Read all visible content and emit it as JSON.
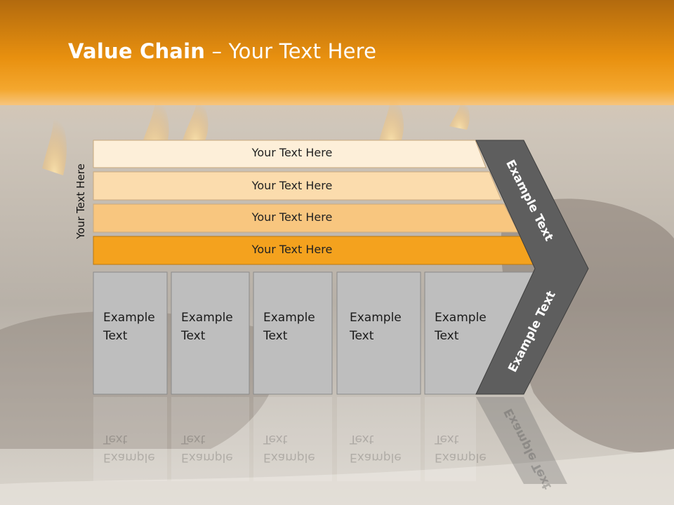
{
  "title": {
    "bold": "Value Chain",
    "rest": " – Your Text Here"
  },
  "vertical_label": "Your Text Here",
  "rows": [
    {
      "label": "Your Text Here",
      "color": "#FDEFD9"
    },
    {
      "label": "Your Text Here",
      "color": "#FBDCAD"
    },
    {
      "label": "Your Text Here",
      "color": "#F8C67F"
    },
    {
      "label": "Your Text Here",
      "color": "#F4A21E"
    }
  ],
  "boxes": [
    {
      "label": "Example\nText"
    },
    {
      "label": "Example\nText"
    },
    {
      "label": "Example\nText"
    },
    {
      "label": "Example\nText"
    },
    {
      "label": "Example\nText"
    }
  ],
  "chevron": {
    "top_label": "Example Text",
    "bottom_label": "Example Text",
    "color": "#5E5E5E"
  },
  "colors": {
    "band": "#F09A18",
    "box": "#BEBEBE"
  }
}
